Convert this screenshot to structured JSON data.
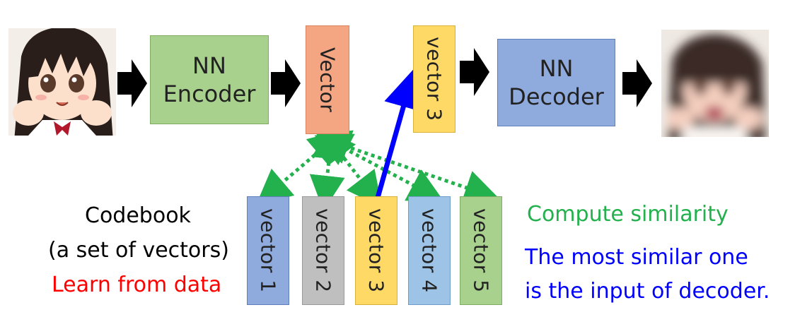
{
  "encoder": {
    "line1": "NN",
    "line2": "Encoder"
  },
  "encoded_vector": {
    "label": "Vector"
  },
  "selected_vector": {
    "label": "vector 3"
  },
  "decoder": {
    "line1": "NN",
    "line2": "Decoder"
  },
  "codebook": {
    "title": "Codebook",
    "subtitle": "(a set of vectors)",
    "note": "Learn from data",
    "vectors": [
      "vector 1",
      "vector 2",
      "vector 3",
      "vector 4",
      "vector 5"
    ]
  },
  "annotations": {
    "similarity": "Compute similarity",
    "selection_line1": "The most similar one",
    "selection_line2": "is the input of decoder."
  },
  "colors": {
    "encoder": "#a9d18e",
    "vector_orange": "#f4a582",
    "vector_yellow": "#ffd966",
    "decoder": "#8faadc",
    "similarity_arrow": "#22b14c",
    "selection_arrow": "#0000ff",
    "note_red": "#ff0000"
  },
  "icons": {
    "input_image": "anime-girl-face-image",
    "output_image": "blurred-reconstruction-image"
  }
}
